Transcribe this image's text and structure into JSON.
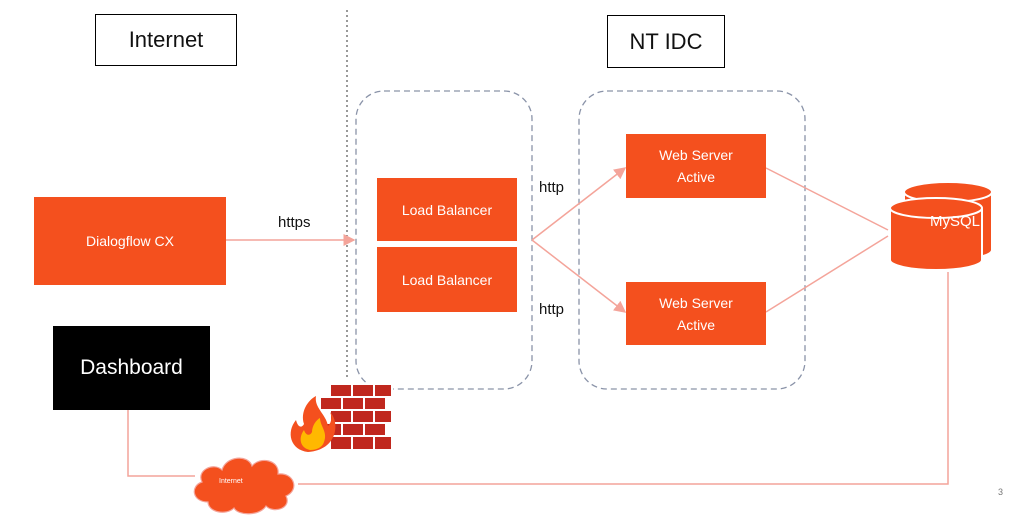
{
  "zones": {
    "internet": "Internet",
    "nt_idc": "NT IDC"
  },
  "nodes": {
    "dialogflow": "Dialogflow CX",
    "load_balancer_1": "Load Balancer",
    "load_balancer_2": "Load Balancer",
    "web_server_1_line1": "Web Server",
    "web_server_1_line2": "Active",
    "web_server_2_line1": "Web Server",
    "web_server_2_line2": "Active",
    "mysql": "MySQL",
    "dashboard": "Dashboard",
    "internet_cloud": "Internet"
  },
  "edges": {
    "https": "https",
    "http_top": "http",
    "http_bottom": "http"
  },
  "colors": {
    "accent": "#f4501e",
    "connector": "#f4a49a",
    "dashed_border": "#8a93a8"
  },
  "icons": {
    "firewall": "firewall-icon",
    "cloud": "cloud-icon",
    "database": "database-icon"
  },
  "page_number": "3"
}
